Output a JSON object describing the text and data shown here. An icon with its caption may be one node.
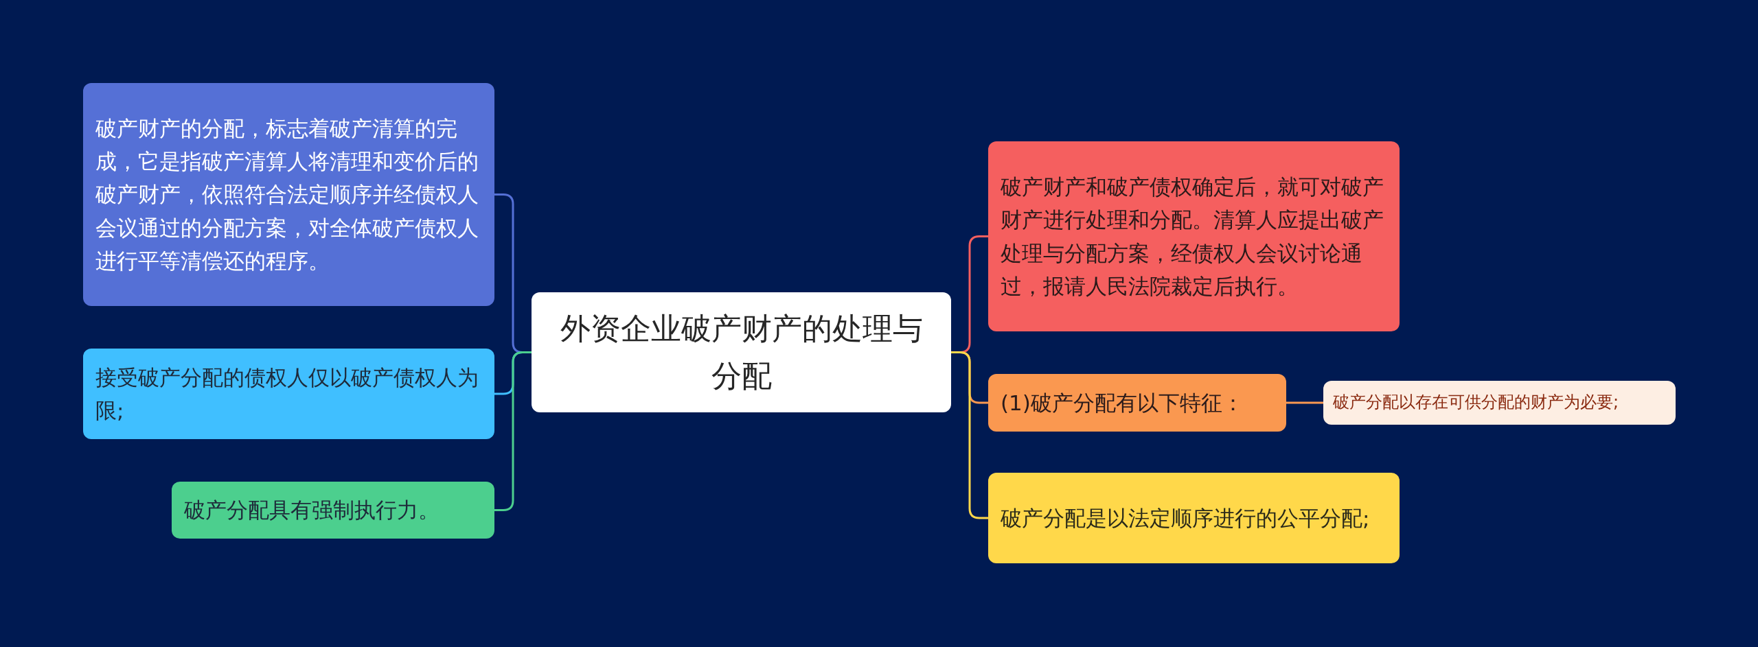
{
  "diagram": {
    "nodes": [
      {
        "text": [
          "外资企业破产财产的处理与分配"
        ]
      },
      {
        "text": [
          "破产财产的分配，标志着破产清算的完成，它是指破产清算人将清理和变价后的破产财产，依照符合法定顺序并经债权人会议通过的分配方案，对全体破产债权人进行平等清偿还的程序。"
        ]
      },
      {
        "text": [
          "接受破产分配的债权人仅以破产债权人为限;"
        ]
      },
      {
        "text": [
          "破产分配具有强制执行力。"
        ]
      },
      {
        "text": [
          "破产财产和破产债权确定后，就可对破产财产进行处理和分配。清算人应提出破产处理与分配方案，经债权人会议讨论通过，报请人民法院裁定后执行。"
        ]
      },
      {
        "text": [
          "(1)破产分配有以下特征："
        ]
      },
      {
        "text": [
          "破产分配以存在可供分配的财产为必要;"
        ]
      },
      {
        "text": [
          "破产分配是以法定顺序进行的公平分配;"
        ]
      }
    ],
    "edges": [
      {
        "from": 0,
        "to": 1,
        "arrow": "none",
        "color": "#5570d6"
      },
      {
        "from": 0,
        "to": 2,
        "arrow": "none",
        "color": "#40bfff"
      },
      {
        "from": 0,
        "to": 3,
        "arrow": "none",
        "color": "#4ccf8e"
      },
      {
        "from": 0,
        "to": 4,
        "arrow": "none",
        "color": "#f55f5f"
      },
      {
        "from": 0,
        "to": 5,
        "arrow": "none",
        "color": "#fa9850"
      },
      {
        "from": 5,
        "to": 6,
        "arrow": "none",
        "color": "#fa9850"
      },
      {
        "from": 0,
        "to": 7,
        "arrow": "none",
        "color": "#ffd84a"
      }
    ]
  }
}
